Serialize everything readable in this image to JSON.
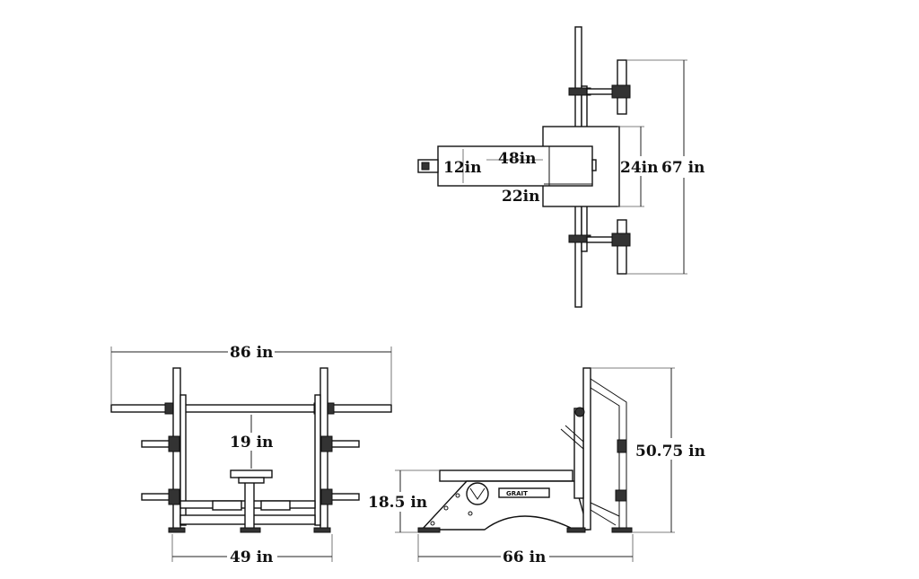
{
  "top_view": {
    "bench_length": "48in",
    "bench_width": "12in",
    "seat_width": "22in",
    "rack_inner": "24in",
    "overall_width": "67 in"
  },
  "front_view": {
    "bar_length": "86 in",
    "center_height": "19 in",
    "base_width": "49 in"
  },
  "side_view": {
    "bench_height": "18.5 in",
    "total_height": "50.75 in",
    "base_depth": "66 in",
    "logo": "GRAIT"
  }
}
